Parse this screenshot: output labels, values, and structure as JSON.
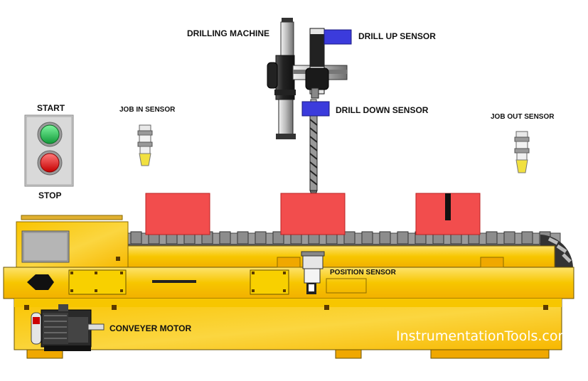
{
  "labels": {
    "drilling_machine": "DRILLING MACHINE",
    "drill_up_sensor": "DRILL UP SENSOR",
    "drill_down_sensor": "DRILL DOWN SENSOR",
    "start": "START",
    "stop": "STOP",
    "job_in_sensor": "JOB IN SENSOR",
    "job_out_sensor": "JOB OUT SENSOR",
    "position_sensor": "POSITION SENSOR",
    "conveyer_motor": "CONVEYER MOTOR"
  },
  "watermark": "InstrumentationTools.com",
  "colors": {
    "machine_yellow": "#f7c800",
    "machine_yellow_light": "#fde26a",
    "machine_orange": "#f0a400",
    "job_red": "#f24d4d",
    "belt_gray": "#8a8a8a",
    "sensor_blue": "#3a3adf",
    "start_green": "#22b14c",
    "stop_red": "#e81010",
    "panel_gray": "#c8c8c8"
  }
}
